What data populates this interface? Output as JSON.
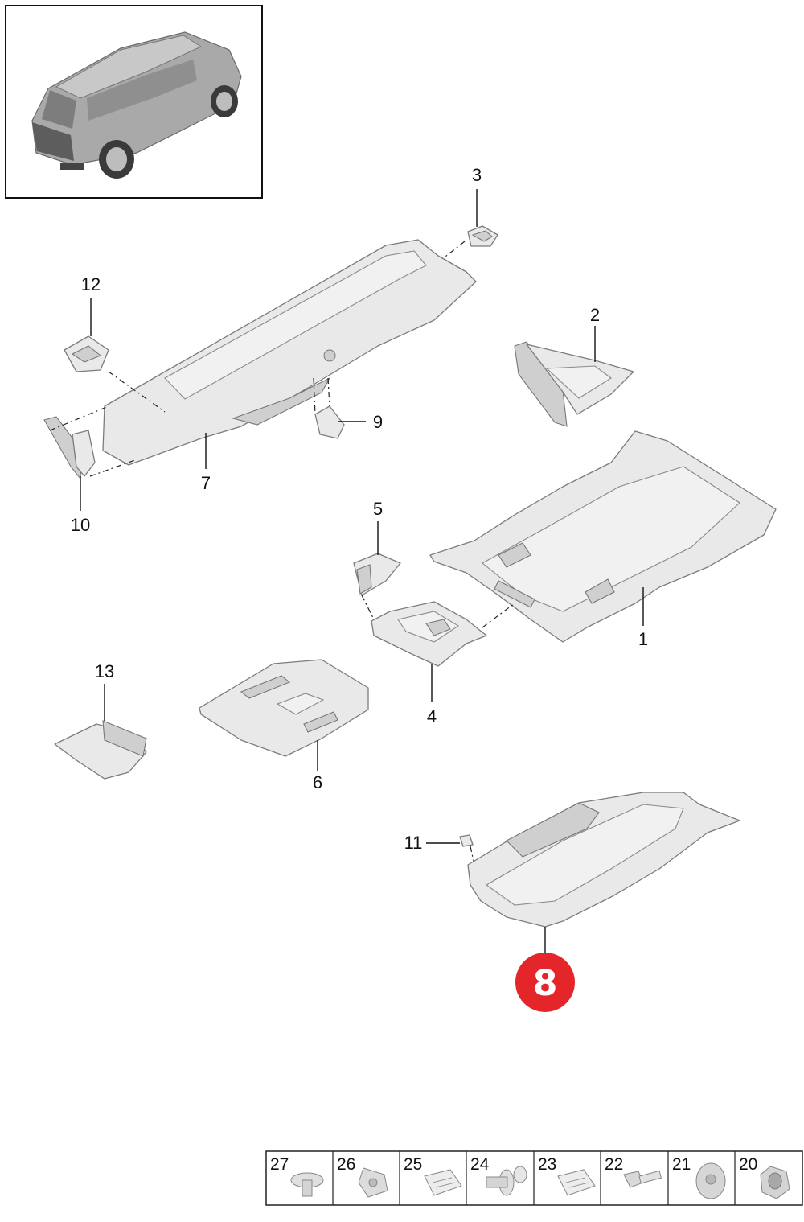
{
  "callouts": [
    {
      "id": "1",
      "label": "1"
    },
    {
      "id": "2",
      "label": "2"
    },
    {
      "id": "3",
      "label": "3"
    },
    {
      "id": "4",
      "label": "4"
    },
    {
      "id": "5",
      "label": "5"
    },
    {
      "id": "6",
      "label": "6"
    },
    {
      "id": "7",
      "label": "7"
    },
    {
      "id": "9",
      "label": "9"
    },
    {
      "id": "10",
      "label": "10"
    },
    {
      "id": "11",
      "label": "11"
    },
    {
      "id": "12",
      "label": "12"
    },
    {
      "id": "13",
      "label": "13"
    }
  ],
  "highlight": {
    "label": "8",
    "color": "#e4262a"
  },
  "fasteners": [
    {
      "label": "27"
    },
    {
      "label": "26"
    },
    {
      "label": "25"
    },
    {
      "label": "24"
    },
    {
      "label": "23"
    },
    {
      "label": "22"
    },
    {
      "label": "21"
    },
    {
      "label": "20"
    }
  ],
  "colors": {
    "part_fill": "#e9e9e9",
    "line": "#7c7c7c",
    "highlight": "#e4262a"
  }
}
